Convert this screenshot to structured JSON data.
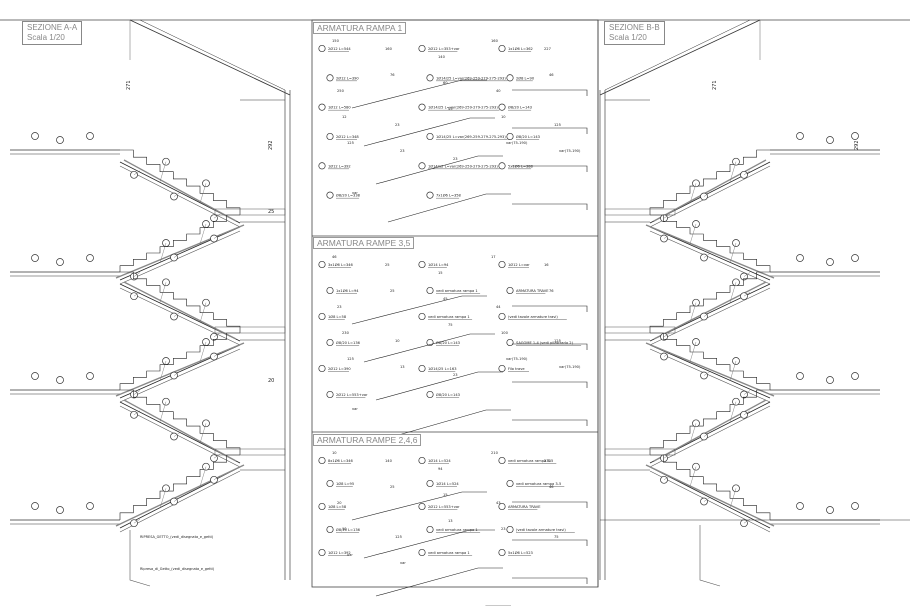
{
  "sections": {
    "a": {
      "title": "SEZIONE A-A",
      "scale": "Scala 1/20"
    },
    "b": {
      "title": "SEZIONE B-B",
      "scale": "Scala 1/20"
    }
  },
  "panels": {
    "rampa1": {
      "title": "ARMATURA RAMPA 1",
      "items": [
        "2Ø12 L=544",
        "2Ø12 L=390",
        "1Ø12 L=580",
        "2Ø12 L=348",
        "1Ø12 L=392",
        "Ø8/20 L=338",
        "2Ø12 L=353+var",
        "1Ø14/25 L=var(269-259-279-275-293)",
        "1Ø14/25 L=var(269-259-279-275-293)",
        "1Ø14/25 L=var(269-259-279-275-293)",
        "1Ø14/12 L=var(269-259-279-275-293)",
        "7x1Ø6 L=358",
        "1x1Ø6 L=362",
        "2Ø8 L=90",
        "Ø8/20 L=143",
        "Ø8/20 L=143",
        "5x1Ø6 L=388"
      ],
      "dims": [
        "150",
        "160",
        "140",
        "160",
        "227",
        "250",
        "76",
        "60",
        "40",
        "46",
        "12",
        "23",
        "43",
        "10",
        "125",
        "125",
        "23",
        "23",
        "var(75-190)",
        "var(75-190)",
        "var"
      ]
    },
    "rampe35": {
      "title": "ARMATURA RAMPE 3,5",
      "items": [
        "3x1Ø6 L=346",
        "1x1Ø6 L=94",
        "1Ø8 L=58",
        "Ø8/20 L=136",
        "2Ø12 L=390",
        "2Ø12 L=553+var",
        "1Ø14 L=94",
        "vedi armatura rampa 1",
        "vedi armatura rampa 1",
        "Ø8/20 L=143",
        "1Ø14/25 L=163",
        "Ø8/20 L=143",
        "1Ø12 L=var",
        "ARMATURA TRAVE",
        "(vedi tavole armature travi)",
        "SAGOME 1-4 (vedi pilastrarlo 2)",
        "Filo trave"
      ],
      "dims": [
        "46",
        "25",
        "15",
        "17",
        "16",
        "23",
        "25",
        "45",
        "44",
        "76",
        "230",
        "10",
        "75",
        "100",
        "125",
        "125",
        "13",
        "23",
        "var(75-190)",
        "var(75-190)",
        "var"
      ]
    },
    "rampe246": {
      "title": "ARMATURA RAMPE 2,4,6",
      "items": [
        "8x1Ø6 L=346",
        "1Ø8 L=95",
        "1Ø8 L=58",
        "Ø8/20 L=136",
        "1Ø12 L=392",
        "1Ø14 L=524",
        "1Ø14 L=524",
        "2Ø12 L=553+var",
        "vedi armatura rampa 1",
        "vedi armatura rampa 1",
        "vedi armatura rampa 3-5",
        "vedi armatura rampa 3-5",
        "ARMATURA TRAVE",
        "(vedi tavole armature travi)",
        "5x1Ø6 L=523"
      ],
      "dims": [
        "10",
        "140",
        "94",
        "210",
        "230",
        "20",
        "25",
        "15",
        "43",
        "46",
        "10",
        "125",
        "13",
        "23",
        "75",
        "var",
        "var"
      ]
    }
  },
  "dims_left": [
    "271",
    "292",
    "25",
    "20"
  ],
  "dims_right": [
    "271",
    "292"
  ],
  "notes": [
    "RIPRESA_GETTO_(vedi_disegnata_e_getti)",
    "Ripresa_di_Getto_(vedi_disegnata_e_getti)"
  ]
}
